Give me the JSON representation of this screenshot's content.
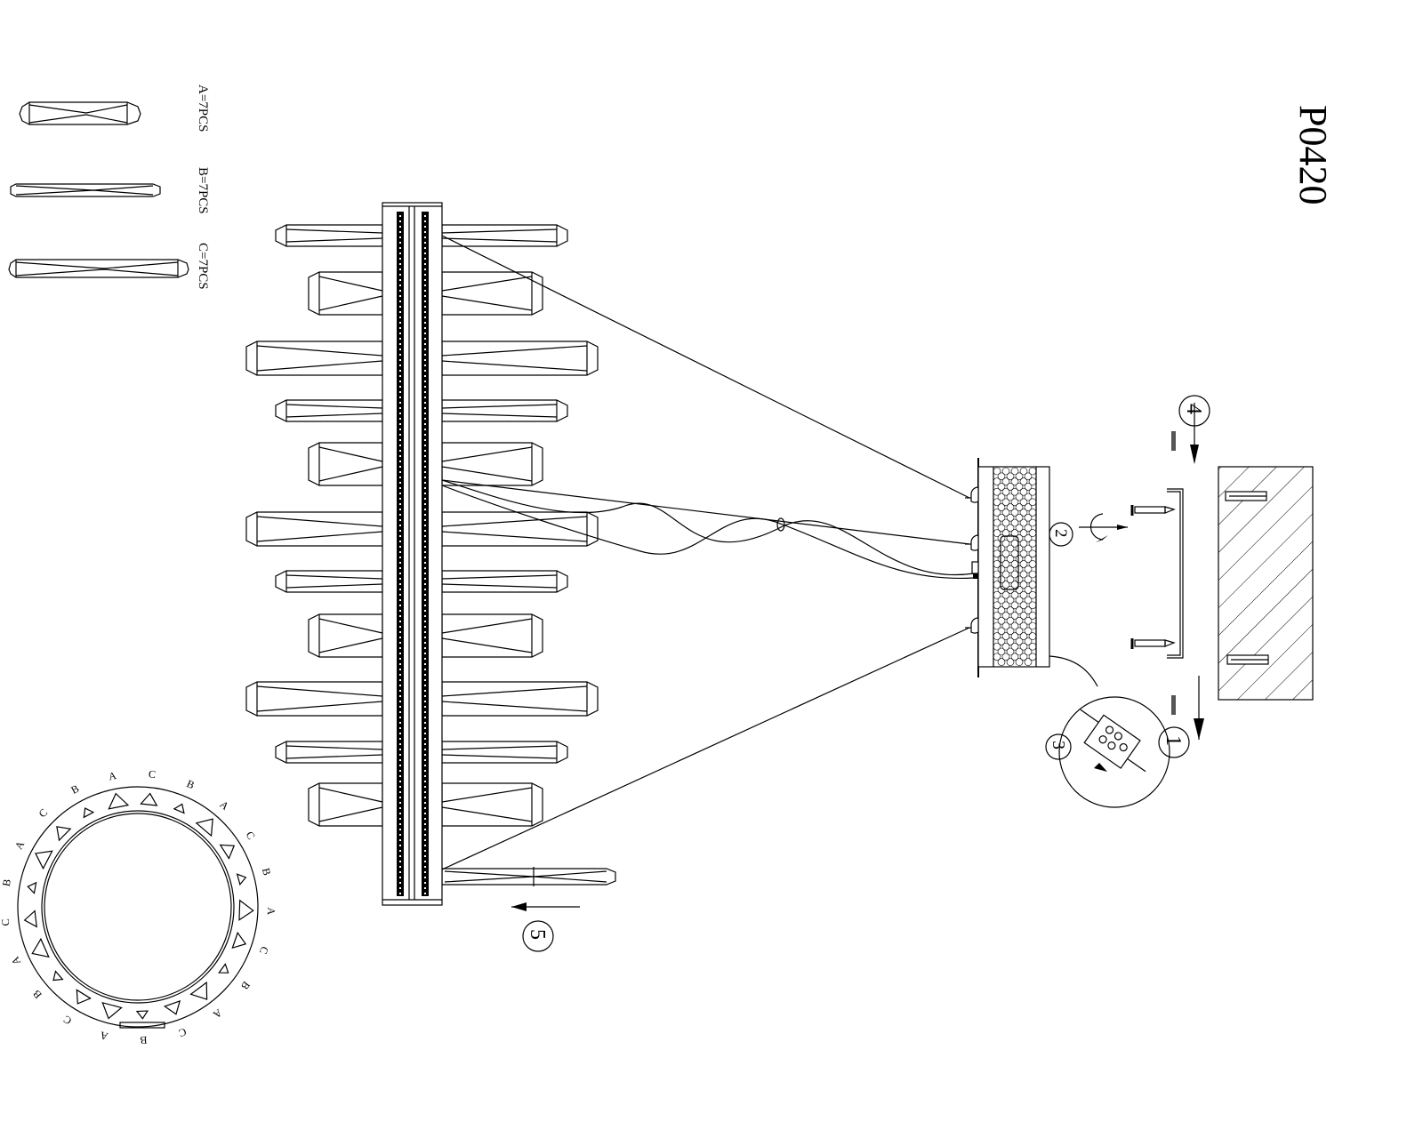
{
  "title": "P0420",
  "legend": [
    {
      "label": "A=7PCS"
    },
    {
      "label": "B=7PCS"
    },
    {
      "label": "C=7PCS"
    }
  ],
  "steps": {
    "s1": "1",
    "s2": "2",
    "s3": "3",
    "s4": "4",
    "s5": "5"
  },
  "ring_labels": [
    "A",
    "C",
    "B",
    "A",
    "C",
    "B",
    "A",
    "C",
    "B",
    "A",
    "C",
    "B",
    "A",
    "C",
    "B",
    "A",
    "C",
    "B",
    "A",
    "C",
    "B"
  ]
}
